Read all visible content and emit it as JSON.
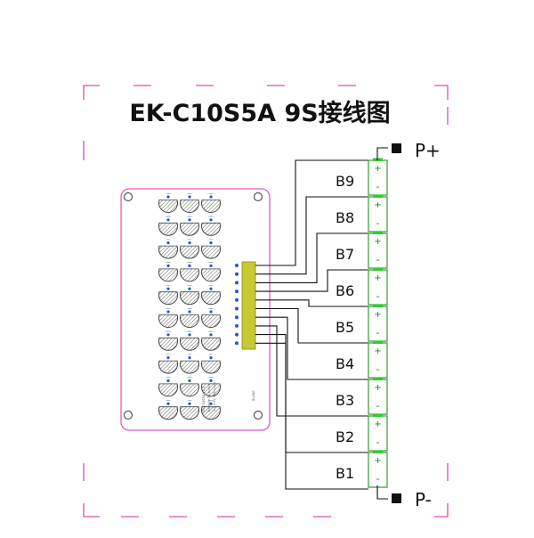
{
  "title": "EK-C10S5A  9S接线图",
  "terminals": {
    "positive": "P+",
    "negative": "P-"
  },
  "cells": [
    "B9",
    "B8",
    "B7",
    "B6",
    "B5",
    "B4",
    "B3",
    "B2",
    "B1"
  ],
  "cell_plus_sign": "+",
  "cell_minus_sign": "-",
  "colors": {
    "frame_dash": "#d64fb7",
    "board_outline": "#e05cc0",
    "cell_border": "#3da53d",
    "cell_cap": "#2ecc2e",
    "connector": "#c8c832",
    "wire": "#111111",
    "capacitor_dot": "#2a56c8"
  }
}
